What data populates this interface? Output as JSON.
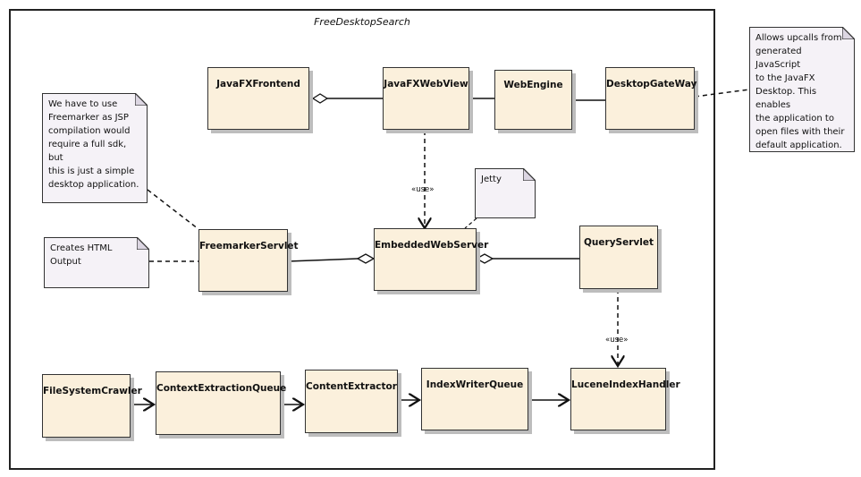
{
  "package": {
    "title": "FreeDesktopSearch"
  },
  "classes": {
    "javafx_frontend": "JavaFXFrontend",
    "javafx_webview": "JavaFXWebView",
    "web_engine": "WebEngine",
    "desktop_gateway": "DesktopGateWay",
    "embedded_webserver": "EmbeddedWebServer",
    "freemarker_servlet": "FreemarkerServlet",
    "query_servlet": "QueryServlet",
    "filesystem_crawler": "FileSystemCrawler",
    "context_extraction_queue": "ContextExtractionQueue",
    "content_extractor": "ContentExtractor",
    "indexwriter_queue": "IndexWriterQueue",
    "lucene_index_handler": "LuceneIndexHandler"
  },
  "notes": {
    "jsp_note": "We have to use\nFreemarker as JSP\ncompilation would\nrequire a full sdk, but\nthis is just a simple\ndesktop application.",
    "html_note": "Creates HTML\nOutput",
    "jetty_note": "Jetty",
    "upcalls_note": "Allows upcalls from\ngenerated JavaScript\nto the JavaFX\nDesktop. This enables\nthe application to\nopen files with their\ndefault application."
  },
  "labels": {
    "use_webview": "«use»",
    "use_query": "«use»"
  }
}
